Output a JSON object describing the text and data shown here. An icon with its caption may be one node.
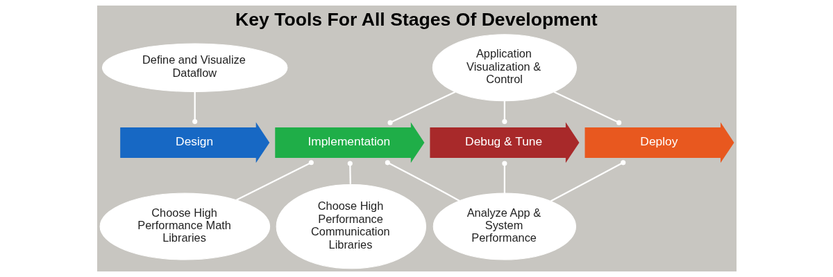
{
  "diagram": {
    "title": "Key Tools For All Stages Of Development",
    "nodes": [
      {
        "text": [
          "Define and Visualize Dataflow"
        ]
      },
      {
        "text": [
          "Application Visualization & Control"
        ]
      },
      {
        "text": [
          "Design"
        ]
      },
      {
        "text": [
          "Implementation"
        ]
      },
      {
        "text": [
          "Debug & Tune"
        ]
      },
      {
        "text": [
          "Deploy"
        ]
      },
      {
        "text": [
          "Choose High Performance Math Libraries"
        ]
      },
      {
        "text": [
          "Choose High Performance Communication Libraries"
        ]
      },
      {
        "text": [
          "Analyze App & System Performance"
        ]
      }
    ],
    "edges": [
      {
        "from": 0,
        "to": 2,
        "arrow": "other"
      },
      {
        "from": 1,
        "to": 3,
        "arrow": "other"
      },
      {
        "from": 1,
        "to": 4,
        "arrow": "other"
      },
      {
        "from": 1,
        "to": 5,
        "arrow": "other"
      },
      {
        "from": 6,
        "to": 3,
        "arrow": "other"
      },
      {
        "from": 7,
        "to": 3,
        "arrow": "other"
      },
      {
        "from": 8,
        "to": 3,
        "arrow": "other"
      },
      {
        "from": 8,
        "to": 4,
        "arrow": "other"
      },
      {
        "from": 8,
        "to": 5,
        "arrow": "other"
      }
    ]
  }
}
